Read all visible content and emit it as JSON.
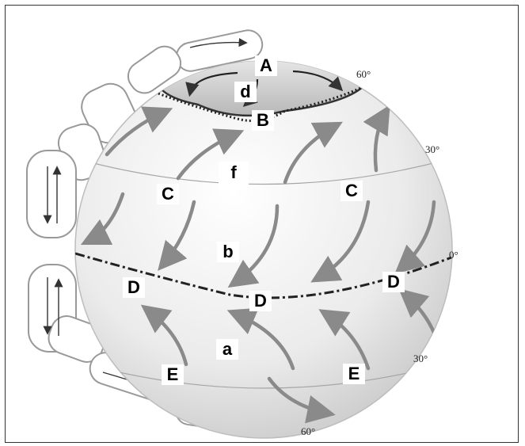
{
  "letters": {
    "A": "A",
    "B": "B",
    "C_left": "C",
    "C_right": "C",
    "D_left": "D",
    "D_center": "D",
    "D_right": "D",
    "E_left": "E",
    "E_right": "E",
    "a": "a",
    "b": "b",
    "d": "d",
    "f": "f"
  },
  "latitudes": {
    "north_60": "60°",
    "north_30": "30°",
    "equator": "0°",
    "south_30": "30°",
    "south_60": "60°"
  },
  "colors": {
    "globe_light": "#f2f2f2",
    "globe_dark": "#c8c8c8",
    "arrow": "#8a8a8a",
    "front_line": "#222222"
  }
}
